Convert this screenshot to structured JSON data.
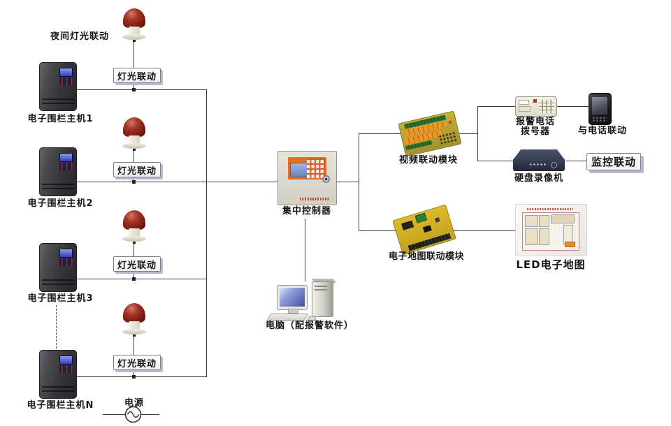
{
  "labels": {
    "night_light": "夜间灯光联动",
    "controller": "集中控制器",
    "computer": "电脑（配报警软件）",
    "video_module": "视频联动模块",
    "map_module": "电子地图联动模块",
    "dialer_line1": "报警电话",
    "dialer_line2": "拨号器",
    "phone_linkage": "与电话联动",
    "dvr": "硬盘录像机",
    "monitor_linkage": "监控联动",
    "led_map": "LED电子地图",
    "power": "电源"
  },
  "hosts": [
    {
      "label": "电子围栏主机1"
    },
    {
      "label": "电子围栏主机2"
    },
    {
      "label": "电子围栏主机3"
    },
    {
      "label": "电子围栏主机N"
    }
  ],
  "light_boxes": [
    {
      "label": "灯光联动"
    },
    {
      "label": "灯光联动"
    },
    {
      "label": "灯光联动"
    },
    {
      "label": "灯光联动"
    }
  ],
  "colors": {
    "line": "#3c3c3c",
    "beacon_red": "#8c251a",
    "pcb_yellow": "#d8b830",
    "terminal_orange": "#e5891f",
    "box_shadow": "#b8b9cd",
    "controller_orange": "#e2702a"
  }
}
